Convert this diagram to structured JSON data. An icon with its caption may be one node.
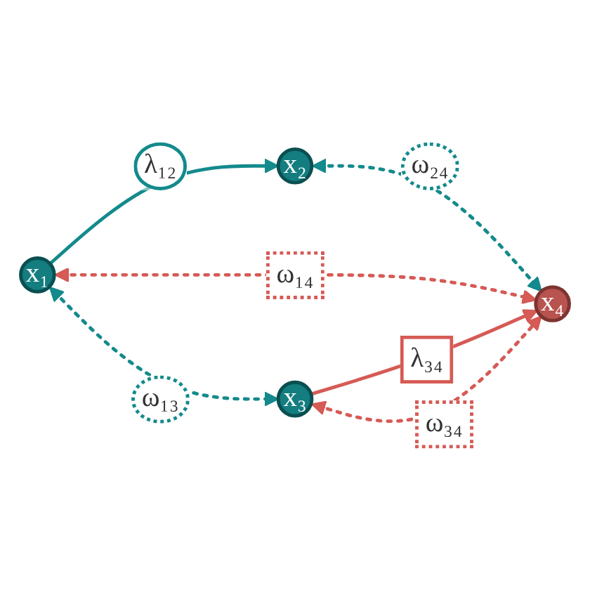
{
  "diagram": {
    "nodes": [
      {
        "text": [
          "x₁"
        ]
      },
      {
        "text": [
          "x₂"
        ]
      },
      {
        "text": [
          "x₃"
        ]
      },
      {
        "text": [
          "x₄"
        ]
      }
    ],
    "edges": [
      {
        "from": 0,
        "to": 1,
        "arrow": "to",
        "label": "λ₁₂",
        "color": "#148a8c"
      },
      {
        "from": 0,
        "to": 2,
        "arrow": "both",
        "label": "ω₁₃",
        "style": "dashed",
        "color": "#148a8c"
      },
      {
        "from": 1,
        "to": 3,
        "arrow": "both",
        "label": "ω₂₄",
        "style": "dashed",
        "color": "#148a8c"
      },
      {
        "from": 0,
        "to": 3,
        "arrow": "both",
        "label": "ω₁₄",
        "style": "dashed",
        "color": "#d65a55"
      },
      {
        "from": 2,
        "to": 3,
        "arrow": "to",
        "label": "λ₃₄",
        "color": "#d65a55"
      },
      {
        "from": 2,
        "to": 3,
        "arrow": "both",
        "label": "ω₃₄",
        "style": "dashed",
        "color": "#d65a55"
      }
    ]
  }
}
